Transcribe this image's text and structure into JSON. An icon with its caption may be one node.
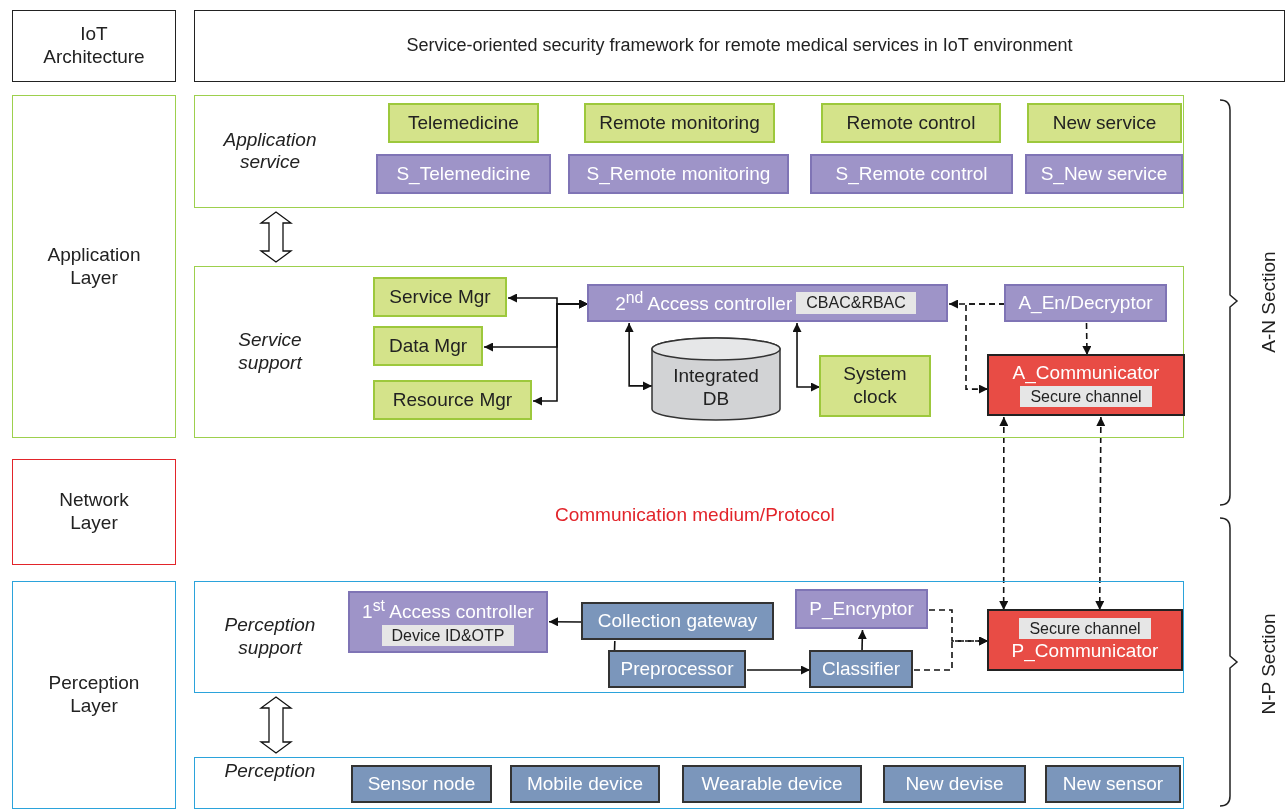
{
  "diagram": {
    "nodes": [
      {
        "text": [
          "IoT Architecture"
        ]
      },
      {
        "text": [
          "Service-oriented security framework for remote medical services in IoT environment"
        ]
      },
      {
        "text": [
          "Application Layer"
        ]
      },
      {
        "text": [
          "Network Layer"
        ]
      },
      {
        "text": [
          "Perception Layer"
        ]
      },
      {
        "text": [
          "Application service"
        ]
      },
      {
        "text": [
          "Telemedicine"
        ],
        "in": 5
      },
      {
        "text": [
          "Remote monitoring"
        ],
        "in": 5
      },
      {
        "text": [
          "Remote control"
        ],
        "in": 5
      },
      {
        "text": [
          "New service"
        ],
        "in": 5
      },
      {
        "text": [
          "S_Telemedicine"
        ],
        "in": 5
      },
      {
        "text": [
          "S_Remote monitoring"
        ],
        "in": 5
      },
      {
        "text": [
          "S_Remote control"
        ],
        "in": 5
      },
      {
        "text": [
          "S_New service"
        ],
        "in": 5
      },
      {
        "text": [
          "Service support"
        ]
      },
      {
        "text": [
          "Service Mgr"
        ],
        "in": 14
      },
      {
        "text": [
          "Data Mgr"
        ],
        "in": 14
      },
      {
        "text": [
          "Resource Mgr"
        ],
        "in": 14
      },
      {
        "text": [
          "2$^{nd}$ Access controller",
          "CBAC&RBAC"
        ],
        "in": 14
      },
      {
        "text": [
          "Integrated DB"
        ],
        "in": 14
      },
      {
        "text": [
          "System clock"
        ],
        "in": 14
      },
      {
        "text": [
          "A_En/Decryptor"
        ],
        "in": 14
      },
      {
        "text": [
          "A_Communicator",
          "Secure channel"
        ],
        "in": 14
      },
      {
        "text": [
          "Perception support"
        ]
      },
      {
        "text": [
          "1$^{st}$ Access controller",
          "Device ID&OTP"
        ],
        "in": 23
      },
      {
        "text": [
          "Collection gateway"
        ],
        "in": 23
      },
      {
        "text": [
          "Preprocessor"
        ],
        "in": 23
      },
      {
        "text": [
          "Classifier"
        ],
        "in": 23
      },
      {
        "text": [
          "P_Encryptor"
        ],
        "in": 23
      },
      {
        "text": [
          "Secure channel",
          "P_Communicator"
        ],
        "in": 23
      },
      {
        "text": [
          "Perception"
        ]
      },
      {
        "text": [
          "Sensor node"
        ],
        "in": 30
      },
      {
        "text": [
          "Mobile device"
        ],
        "in": 30
      },
      {
        "text": [
          "Wearable device"
        ],
        "in": 30
      },
      {
        "text": [
          "New devise"
        ],
        "in": 30
      },
      {
        "text": [
          "New sensor"
        ],
        "in": 30
      }
    ],
    "edges": [
      {
        "from": 5,
        "to": 14,
        "arrow": "both"
      },
      {
        "from": 23,
        "to": 30,
        "arrow": "both"
      },
      {
        "from": 18,
        "to": 15,
        "arrow": "both"
      },
      {
        "from": 18,
        "to": 16,
        "arrow": "both"
      },
      {
        "from": 18,
        "to": 17,
        "arrow": "both"
      },
      {
        "from": 18,
        "to": 19,
        "arrow": "both"
      },
      {
        "from": 18,
        "to": 20,
        "arrow": "both"
      },
      {
        "from": 21,
        "to": 18,
        "arrow": "to",
        "style": "dashed"
      },
      {
        "from": 21,
        "to": 22,
        "arrow": "to",
        "style": "dashed"
      },
      {
        "from": 21,
        "to": 22,
        "arrow": "to",
        "style": "dashed"
      },
      {
        "from": 22,
        "to": 29,
        "arrow": "both",
        "style": "dashed"
      },
      {
        "from": 22,
        "to": 29,
        "arrow": "both",
        "style": "dashed"
      },
      {
        "from": 25,
        "to": 24,
        "arrow": "to"
      },
      {
        "from": 25,
        "to": 26,
        "arrow": "none"
      },
      {
        "from": 26,
        "to": 27,
        "arrow": "to"
      },
      {
        "from": 27,
        "to": 28,
        "arrow": "to"
      },
      {
        "from": 28,
        "to": 29,
        "arrow": "to",
        "style": "dashed"
      },
      {
        "from": 27,
        "to": 29,
        "arrow": "to",
        "style": "dashed"
      }
    ],
    "labels": [
      "A-N Section",
      "Communication medium/Protocol",
      "N-P Section"
    ]
  }
}
